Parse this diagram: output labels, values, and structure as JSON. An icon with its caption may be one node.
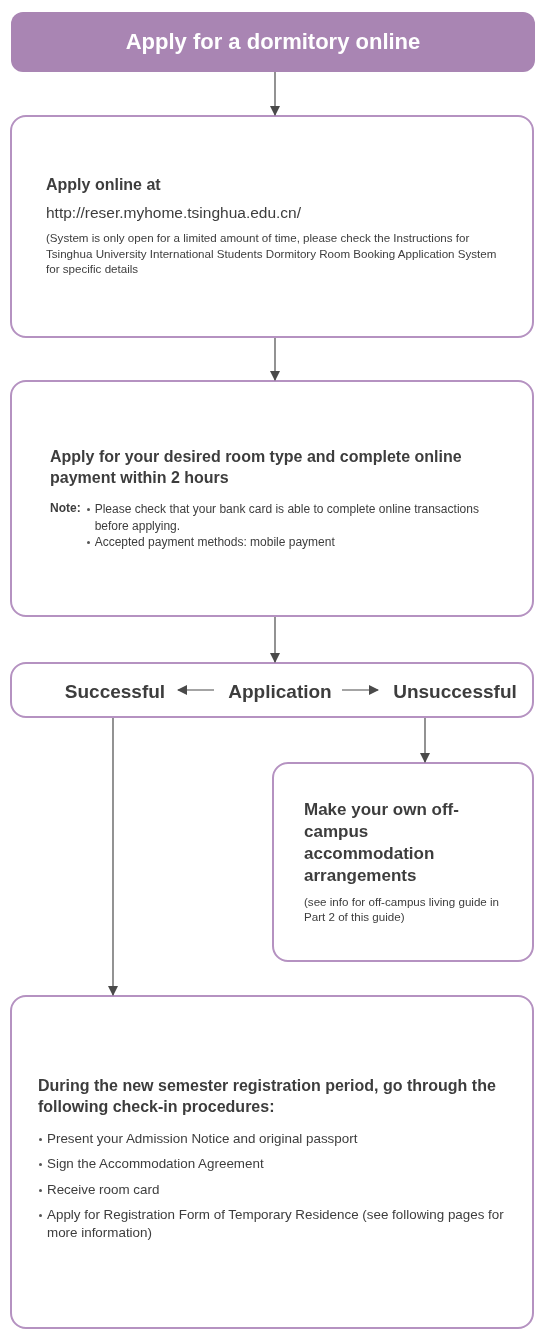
{
  "diagram": {
    "nodes": [
      {
        "text": [
          "Apply for a dormitory online"
        ]
      },
      {
        "text": [
          "Apply online at",
          "http://reser.myhome.tsinghua.edu.cn/",
          "(System is only open for a limited amount of time, please check the Instructions for Tsinghua University International Students Dormitory Room Booking Application System for specific details"
        ]
      },
      {
        "text": [
          "Apply for your desired room type and complete online payment within 2 hours",
          "Note:",
          "Please check that your bank card is able to complete online transactions before applying.",
          "Accepted payment methods: mobile payment"
        ]
      },
      {
        "text": [],
        "shape": "box"
      },
      {
        "text": [
          "Successful"
        ],
        "in": 3
      },
      {
        "text": [
          "Application"
        ],
        "in": 3
      },
      {
        "text": [
          "Unsuccessful"
        ],
        "in": 3
      },
      {
        "text": [
          "Make your own off-campus accommodation arrangements",
          "(see info for off-campus living guide in Part 2 of this guide)"
        ]
      },
      {
        "text": [
          "During the new semester registration period, go through the following check-in procedures:",
          "Present your Admission Notice and original passport",
          "Sign the Accommodation Agreement",
          "Receive room card",
          "Apply for Registration Form of Temporary Residence (see following pages for more information)"
        ]
      }
    ],
    "edges": [
      {
        "from": 0,
        "to": 1,
        "arrow": "to"
      },
      {
        "from": 1,
        "to": 2,
        "arrow": "to"
      },
      {
        "from": 2,
        "to": 3,
        "arrow": "to"
      },
      {
        "from": 5,
        "to": 4,
        "arrow": "to"
      },
      {
        "from": 5,
        "to": 6,
        "arrow": "to"
      },
      {
        "from": 4,
        "to": 8,
        "arrow": "to"
      },
      {
        "from": 6,
        "to": 7,
        "arrow": "to"
      }
    ]
  }
}
